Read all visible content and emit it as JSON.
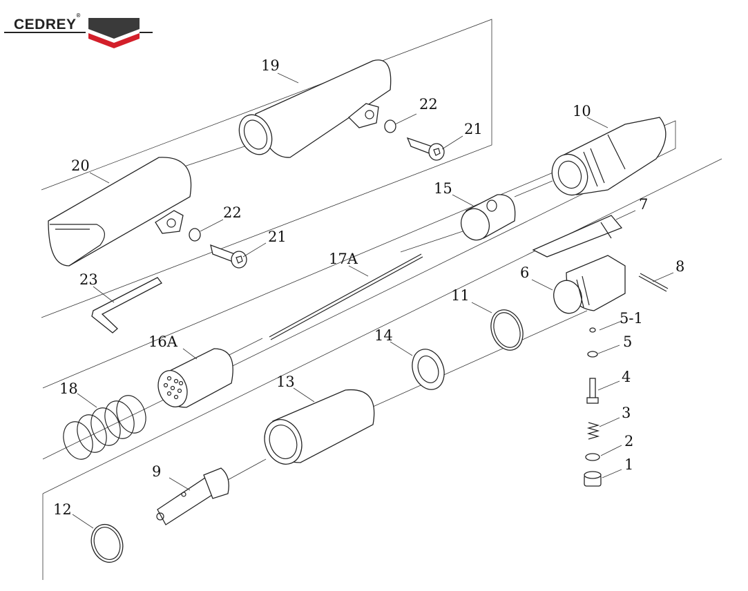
{
  "brand": {
    "name": "CEDREY",
    "mark": "®",
    "colors": {
      "dark": "#3a3a3a",
      "red": "#d31f2a"
    }
  },
  "labels": {
    "l1": "1",
    "l2": "2",
    "l3": "3",
    "l4": "4",
    "l5": "5",
    "l5_1": "5-1",
    "l6": "6",
    "l7": "7",
    "l8": "8",
    "l9": "9",
    "l10": "10",
    "l11": "11",
    "l12": "12",
    "l13": "13",
    "l14": "14",
    "l15": "15",
    "l16a": "16A",
    "l17a": "17A",
    "l18": "18",
    "l19": "19",
    "l20": "20",
    "l21a": "21",
    "l21b": "21",
    "l22a": "22",
    "l22b": "22",
    "l23": "23"
  }
}
